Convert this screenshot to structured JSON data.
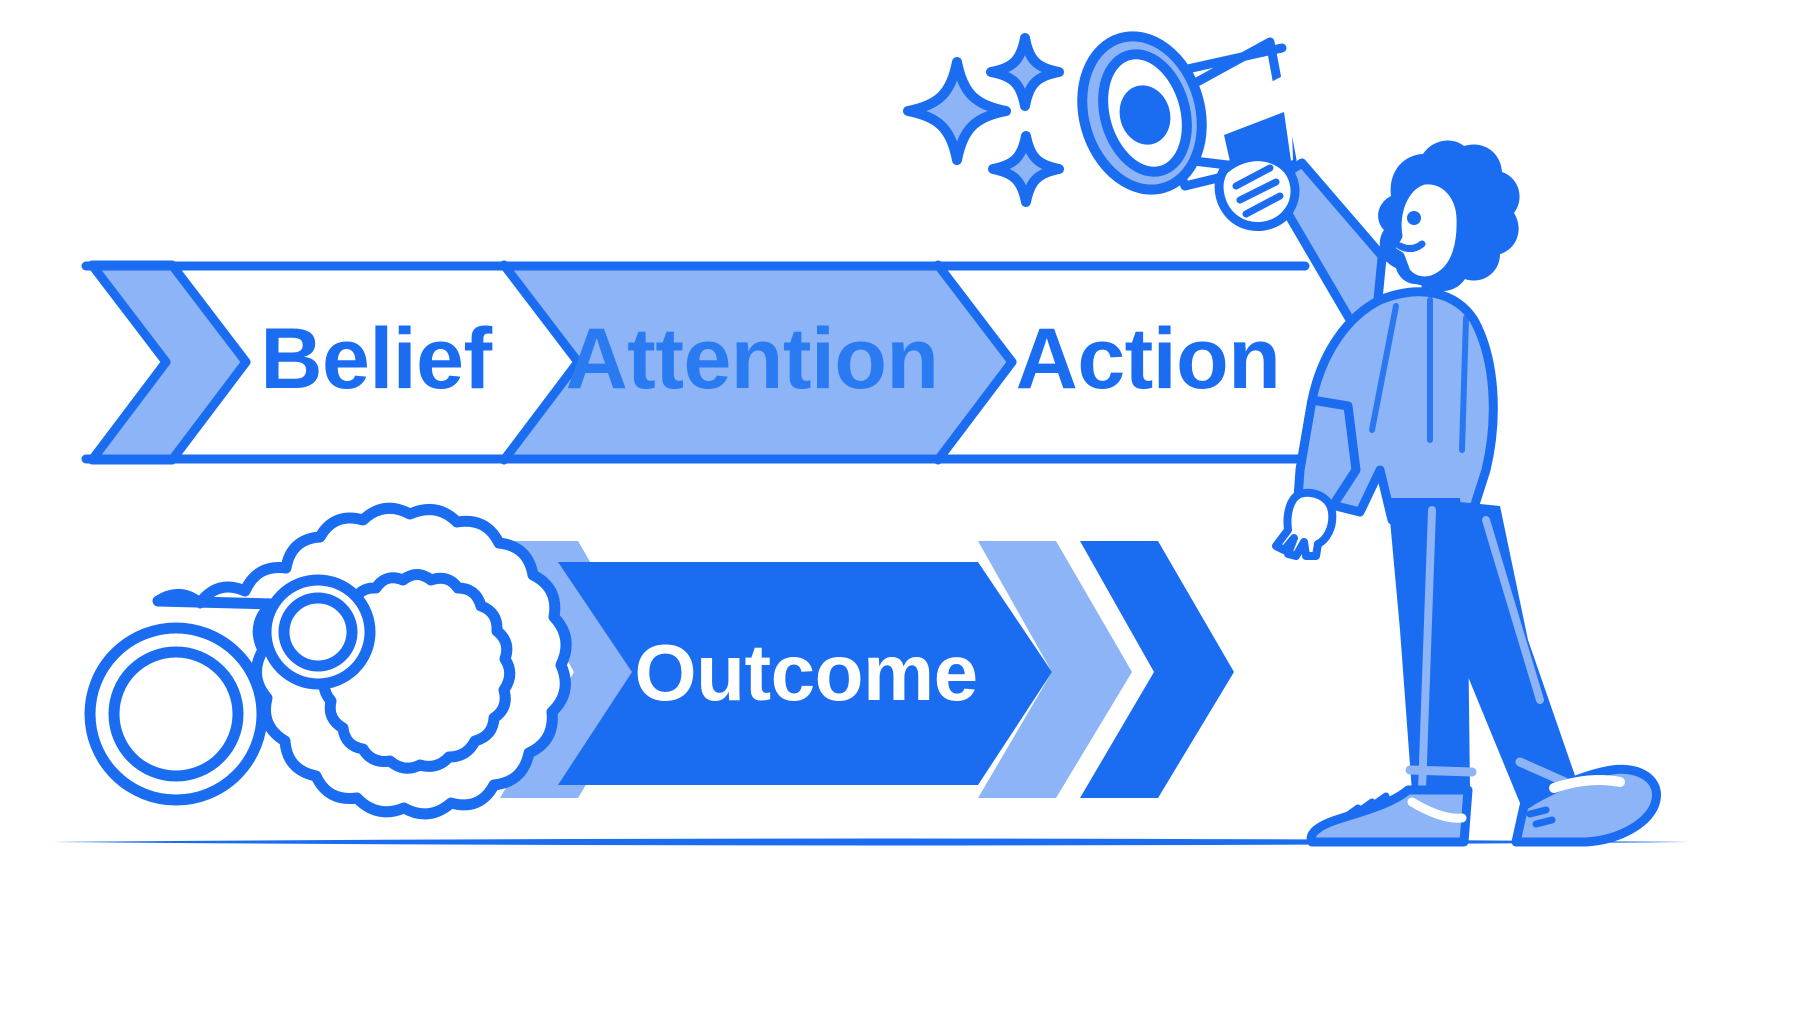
{
  "illustration": {
    "title": "Belief Attention Action Outcome process chevron diagram",
    "background_color": "#ffffff"
  },
  "palette": {
    "primary_blue": "#1f6feb",
    "strong_blue": "#1a73f0",
    "light_blue": "#8cb4f7",
    "mid_blue": "#7ba7f5",
    "white": "#ffffff",
    "outline_blue": "#1a6cf0"
  },
  "top_banner": {
    "name": "process-banner-top",
    "segments": [
      {
        "id": "lead-chevron",
        "label": "",
        "fill": "light_blue",
        "text_color": ""
      },
      {
        "id": "belief",
        "label": "Belief",
        "fill": "white",
        "text_color": "#1a6cf0"
      },
      {
        "id": "attention",
        "label": "Attention",
        "fill": "light_blue",
        "text_color": "#2a7bf2"
      },
      {
        "id": "action",
        "label": "Action",
        "fill": "white",
        "text_color": "#1a6cf0"
      }
    ]
  },
  "bottom_banner": {
    "name": "process-banner-bottom",
    "segments": [
      {
        "id": "outline-chevron",
        "label": "",
        "fill": "white-outlined"
      },
      {
        "id": "light-chevron",
        "label": "",
        "fill": "light_blue"
      },
      {
        "id": "outcome",
        "label": "Outcome",
        "fill": "strong_blue",
        "text_color": "#ffffff"
      },
      {
        "id": "tail-light-chevron",
        "label": "",
        "fill": "light_blue"
      },
      {
        "id": "tail-solid-chevron",
        "label": "",
        "fill": "strong_blue"
      }
    ]
  },
  "decorations": {
    "gears": {
      "name": "gears-icon",
      "count": 2,
      "style": "outline"
    },
    "sparkles": {
      "name": "sparkles-icon",
      "count": 3
    },
    "megaphone": {
      "name": "megaphone-icon"
    },
    "person": {
      "name": "person-illustration",
      "pose": "walking, holding megaphone up"
    },
    "ground_line": {
      "name": "ground-line"
    }
  }
}
